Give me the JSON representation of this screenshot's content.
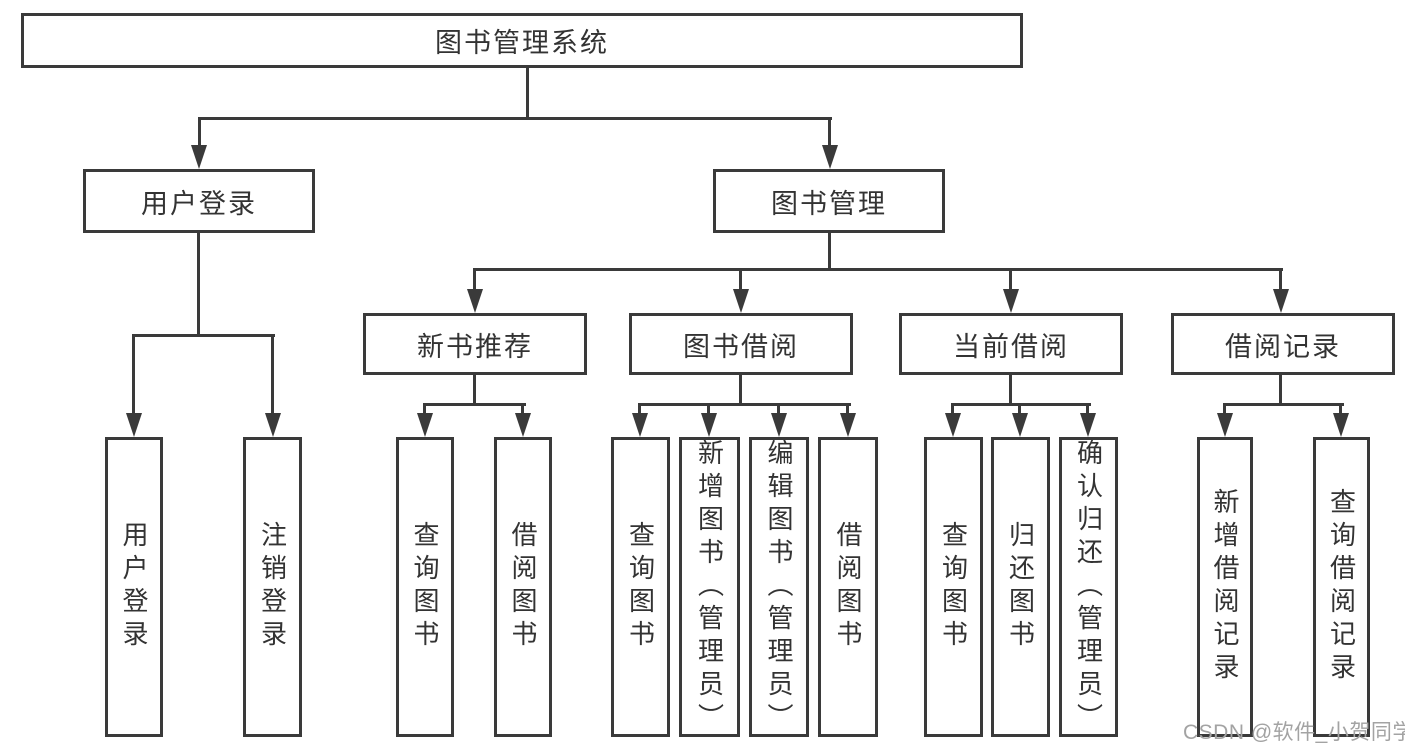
{
  "diagram": {
    "title": "图书管理系统",
    "level2": {
      "user_login": "用户登录",
      "book_mgmt": "图书管理"
    },
    "level3": {
      "new_book": "新书推荐",
      "borrow": "图书借阅",
      "current": "当前借阅",
      "records": "借阅记录"
    },
    "leaves": {
      "user_login_1": "用户登录",
      "user_login_2": "注销登录",
      "new_book_1": "查询图书",
      "new_book_2": "借阅图书",
      "borrow_1": "查询图书",
      "borrow_2": "新增图书（管理员）",
      "borrow_3": "编辑图书（管理员）",
      "borrow_4": "借阅图书",
      "current_1": "查询图书",
      "current_2": "归还图书",
      "current_3": "确认归还（管理员）",
      "records_1": "新增借阅记录",
      "records_2": "查询借阅记录"
    },
    "watermark": "CSDN @软件_小贺同学",
    "colors": {
      "line": "#3a3a3a",
      "text": "#333333",
      "watermark": "#a3a3a3",
      "background": "#ffffff"
    }
  }
}
